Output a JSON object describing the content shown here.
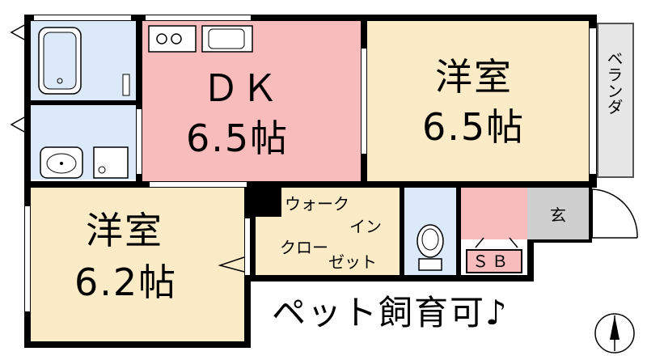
{
  "rooms": {
    "dk": {
      "name": "ＤＫ",
      "size": "6.5帖"
    },
    "western_right": {
      "name": "洋室",
      "size": "6.5帖"
    },
    "western_left": {
      "name": "洋室",
      "size": "6.2帖"
    },
    "walk_in_closet": {
      "line1": "ウォーク",
      "line2": "イン",
      "line3": "クロー",
      "line4": "ゼット"
    },
    "veranda": "ベランダ",
    "entrance": "玄",
    "storage": "ＳＢ"
  },
  "pet_note": "ペット飼育可♪",
  "colors": {
    "dk": "#f9bcbc",
    "western": "#fbecc7",
    "wet_area": "#dbe9f8",
    "entrance": "#cfcfcf",
    "veranda": "#e6e6e6",
    "storage": "#f9bcbc",
    "wall": "#000000"
  },
  "icons": {
    "compass": "north-arrow-icon",
    "stove": "stove-icon",
    "sink": "kitchen-sink-icon",
    "bathtub": "bathtub-icon",
    "washbasin": "washbasin-icon",
    "washer": "washing-machine-icon",
    "toilet": "toilet-icon"
  }
}
